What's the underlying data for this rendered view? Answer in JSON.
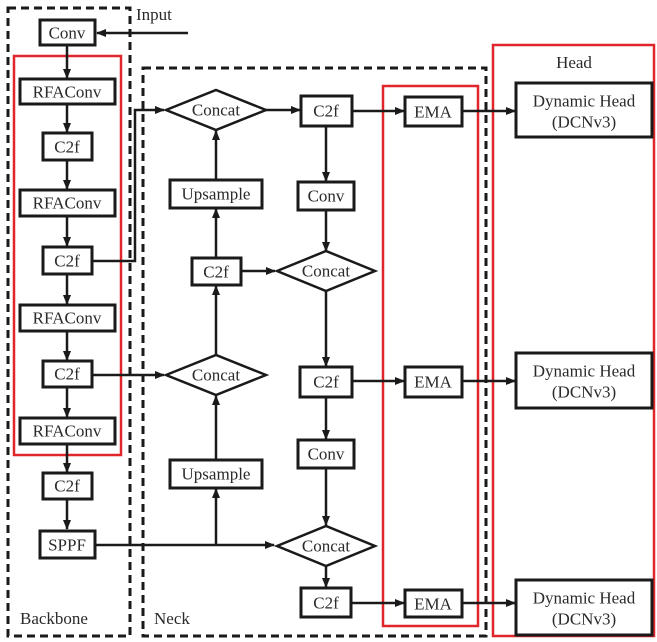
{
  "diagram": {
    "title": "Improved YOLOv8 architecture with RFAConv, EMA and Dynamic Head (DCNv3)",
    "input_label": "Input",
    "groups": {
      "backbone": "Backbone",
      "neck": "Neck",
      "head": "Head"
    },
    "colors": {
      "stroke": "#1a1a1a",
      "highlight": "#e0262b",
      "text": "#2a2a2a"
    },
    "backbone": {
      "conv": "Conv",
      "rfaconv_1": "RFAConv",
      "c2f_1": "C2f",
      "rfaconv_2": "RFAConv",
      "c2f_2": "C2f",
      "rfaconv_3": "RFAConv",
      "c2f_3": "C2f",
      "rfaconv_4": "RFAConv",
      "c2f_4": "C2f",
      "sppf": "SPPF"
    },
    "neck": {
      "concat_top": "Concat",
      "c2f_top": "C2f",
      "upsample_top": "Upsample",
      "conv_top": "Conv",
      "c2f_mid_left": "C2f",
      "concat_mid_right": "Concat",
      "concat_mid_left": "Concat",
      "c2f_mid": "C2f",
      "conv_mid": "Conv",
      "upsample_bottom": "Upsample",
      "concat_bottom": "Concat",
      "c2f_bottom": "C2f"
    },
    "ema": [
      "EMA",
      "EMA",
      "EMA"
    ],
    "heads": [
      {
        "line1": "Dynamic Head",
        "line2": "(DCNv3)"
      },
      {
        "line1": "Dynamic Head",
        "line2": "(DCNv3)"
      },
      {
        "line1": "Dynamic Head",
        "line2": "(DCNv3)"
      }
    ]
  }
}
